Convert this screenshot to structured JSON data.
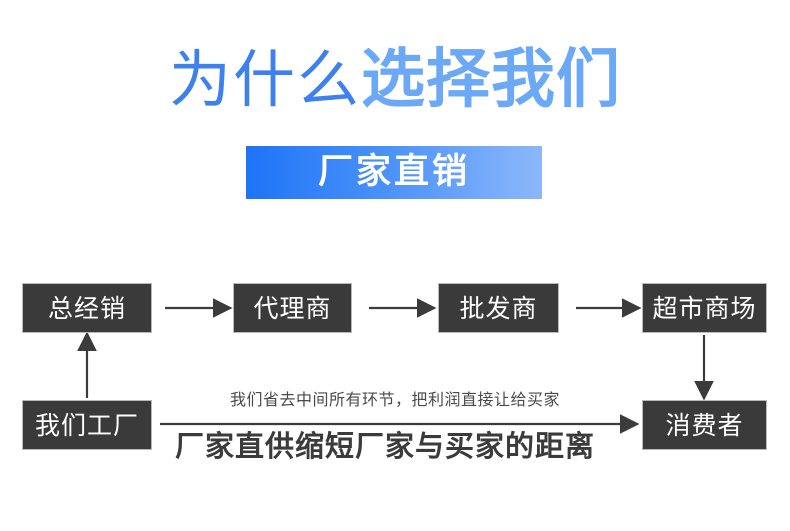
{
  "heading": {
    "thin_part": "为什么",
    "bold_part": "选择我们",
    "thin_color": "#3D80EE",
    "bold_color": "#6BA8F5"
  },
  "banner": {
    "label": "厂家直销",
    "gradient_from": "#1E74F7",
    "gradient_to": "#8CB8FA",
    "text_color": "#ffffff"
  },
  "diagram": {
    "box_fill": "#3A3A3A",
    "box_text_color": "#ffffff",
    "connector_color": "#3b3b3b",
    "nodes": [
      {
        "id": "zongjingxiao",
        "label": "总经销"
      },
      {
        "id": "dailishang",
        "label": "代理商"
      },
      {
        "id": "pifashang",
        "label": "批发商"
      },
      {
        "id": "chaoshi",
        "label": "超市商场"
      },
      {
        "id": "women",
        "label": "我们工厂"
      },
      {
        "id": "xiaofeizhe",
        "label": "消费者"
      }
    ],
    "edges": [
      {
        "from": "zongjingxiao",
        "to": "dailishang",
        "direction": "right"
      },
      {
        "from": "dailishang",
        "to": "pifashang",
        "direction": "right"
      },
      {
        "from": "pifashang",
        "to": "chaoshi",
        "direction": "right"
      },
      {
        "from": "chaoshi",
        "to": "xiaofeizhe",
        "direction": "down"
      },
      {
        "from": "women",
        "to": "zongjingxiao",
        "direction": "up"
      },
      {
        "from": "women",
        "to": "xiaofeizhe",
        "direction": "right"
      }
    ]
  },
  "taglines": {
    "small": "我们省去中间所有环节，把利润直接让给买家",
    "big": "厂家直供缩短厂家与买家的距离"
  }
}
